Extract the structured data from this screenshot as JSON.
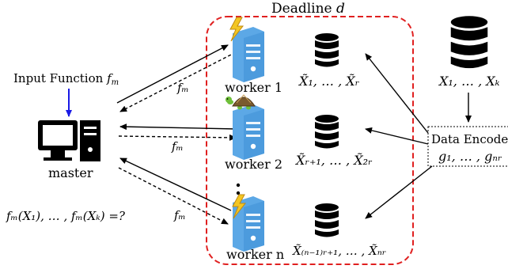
{
  "deadline": {
    "label": "Deadline",
    "var": "d"
  },
  "input": {
    "label": "Input Function",
    "var": "f",
    "sub": "m"
  },
  "master": {
    "label": "master",
    "query": "fₘ(X₁), … , fₘ(Xₖ) =?"
  },
  "workers": [
    {
      "label": "worker 1",
      "status": "fast",
      "data": "X̃₁, … , X̃ᵣ"
    },
    {
      "label": "worker 2",
      "status": "slow",
      "data": "X̃ᵣ₊₁, … , X̃₂ᵣ"
    },
    {
      "label": "worker n",
      "status": "fast",
      "data": "X̃₍ₙ₋₁₎ᵣ₊₁, … , X̃ₙᵣ"
    }
  ],
  "function_label": "fₘ",
  "source": {
    "label": "X₁, … , Xₖ"
  },
  "encoder": {
    "title": "Data Encoder",
    "functions": "g₁, … , gₙᵣ"
  },
  "icons": {
    "fast": "lightning-icon",
    "slow": "turtle-icon",
    "server": "server-icon",
    "database": "database-icon",
    "computer": "computer-icon"
  },
  "colors": {
    "deadline_border": "#e02020",
    "server": "#5ca8e6",
    "lightning": "#f3c623",
    "input_arrow": "#1a1ae6",
    "turtle_shell": "#7a5a2e",
    "turtle_body": "#6fbf3a"
  }
}
